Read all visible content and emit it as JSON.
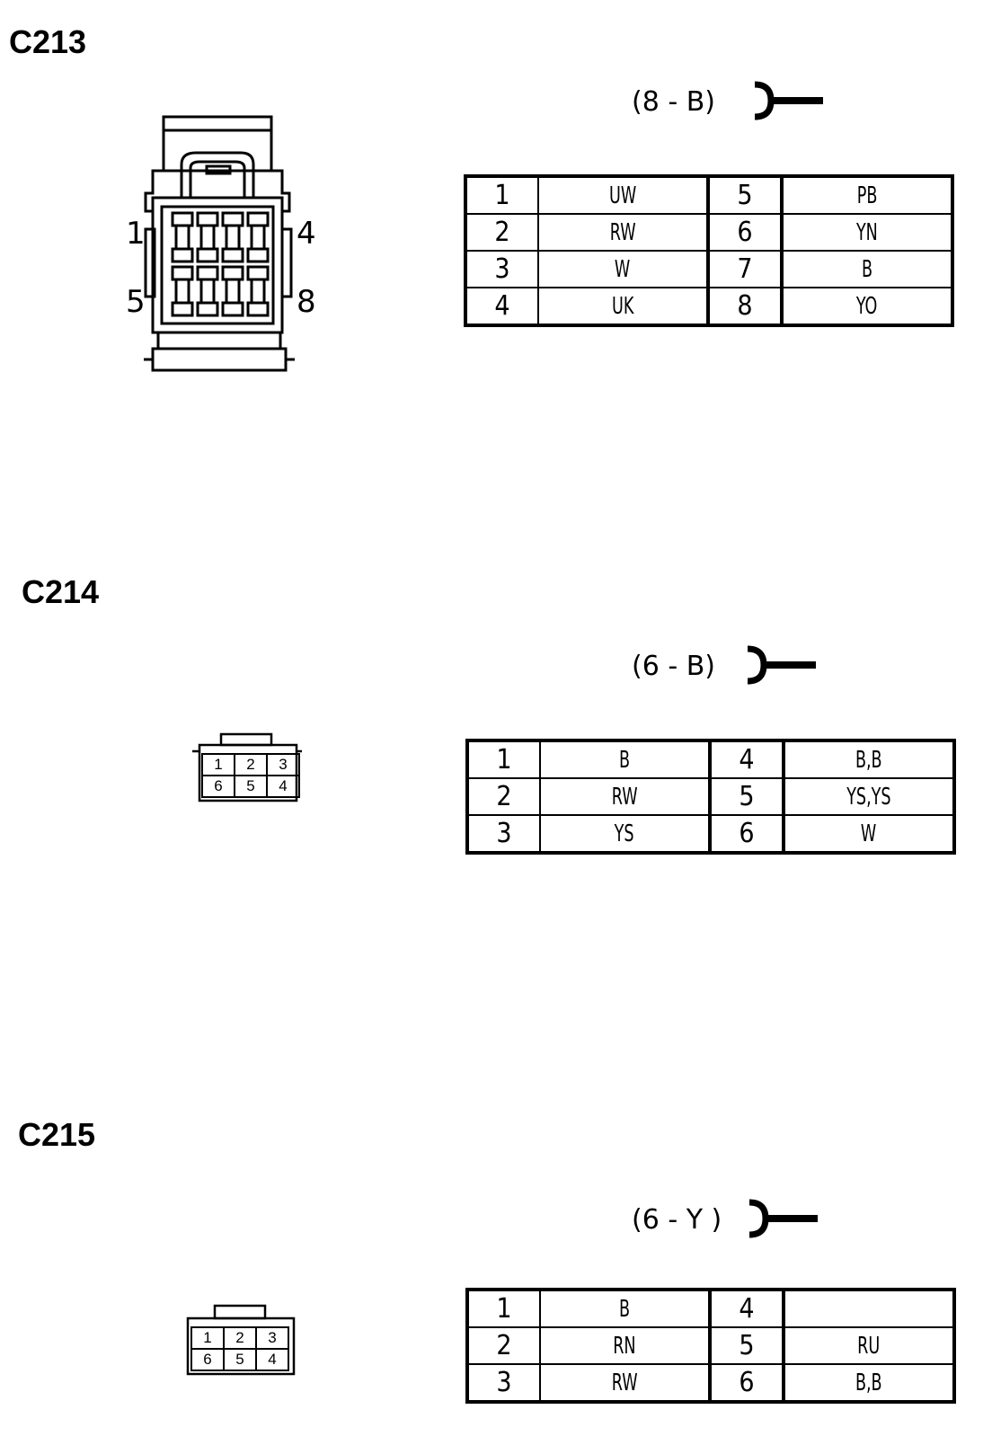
{
  "connectors": [
    {
      "id": "C213",
      "spec": "(8 - B)",
      "face_labels": {
        "top_left": "1",
        "top_right": "4",
        "bottom_left": "5",
        "bottom_right": "8"
      },
      "rows": [
        {
          "pin_a": "1",
          "color_a": "UW",
          "pin_b": "5",
          "color_b": "PB"
        },
        {
          "pin_a": "2",
          "color_a": "RW",
          "pin_b": "6",
          "color_b": "YN"
        },
        {
          "pin_a": "3",
          "color_a": "W",
          "pin_b": "7",
          "color_b": "B"
        },
        {
          "pin_a": "4",
          "color_a": "UK",
          "pin_b": "8",
          "color_b": "YO"
        }
      ]
    },
    {
      "id": "C214",
      "spec": "(6 - B)",
      "grid": {
        "top": [
          "1",
          "2",
          "3"
        ],
        "bottom": [
          "6",
          "5",
          "4"
        ]
      },
      "rows": [
        {
          "pin_a": "1",
          "color_a": "B",
          "pin_b": "4",
          "color_b": "B,B"
        },
        {
          "pin_a": "2",
          "color_a": "RW",
          "pin_b": "5",
          "color_b": "YS,YS"
        },
        {
          "pin_a": "3",
          "color_a": "YS",
          "pin_b": "6",
          "color_b": "W"
        }
      ]
    },
    {
      "id": "C215",
      "spec": "(6 - Y )",
      "grid": {
        "top": [
          "1",
          "2",
          "3"
        ],
        "bottom": [
          "6",
          "5",
          "4"
        ]
      },
      "rows": [
        {
          "pin_a": "1",
          "color_a": "B",
          "pin_b": "4",
          "color_b": ""
        },
        {
          "pin_a": "2",
          "color_a": "RN",
          "pin_b": "5",
          "color_b": "RU"
        },
        {
          "pin_a": "3",
          "color_a": "RW",
          "pin_b": "6",
          "color_b": "B,B"
        }
      ]
    }
  ]
}
